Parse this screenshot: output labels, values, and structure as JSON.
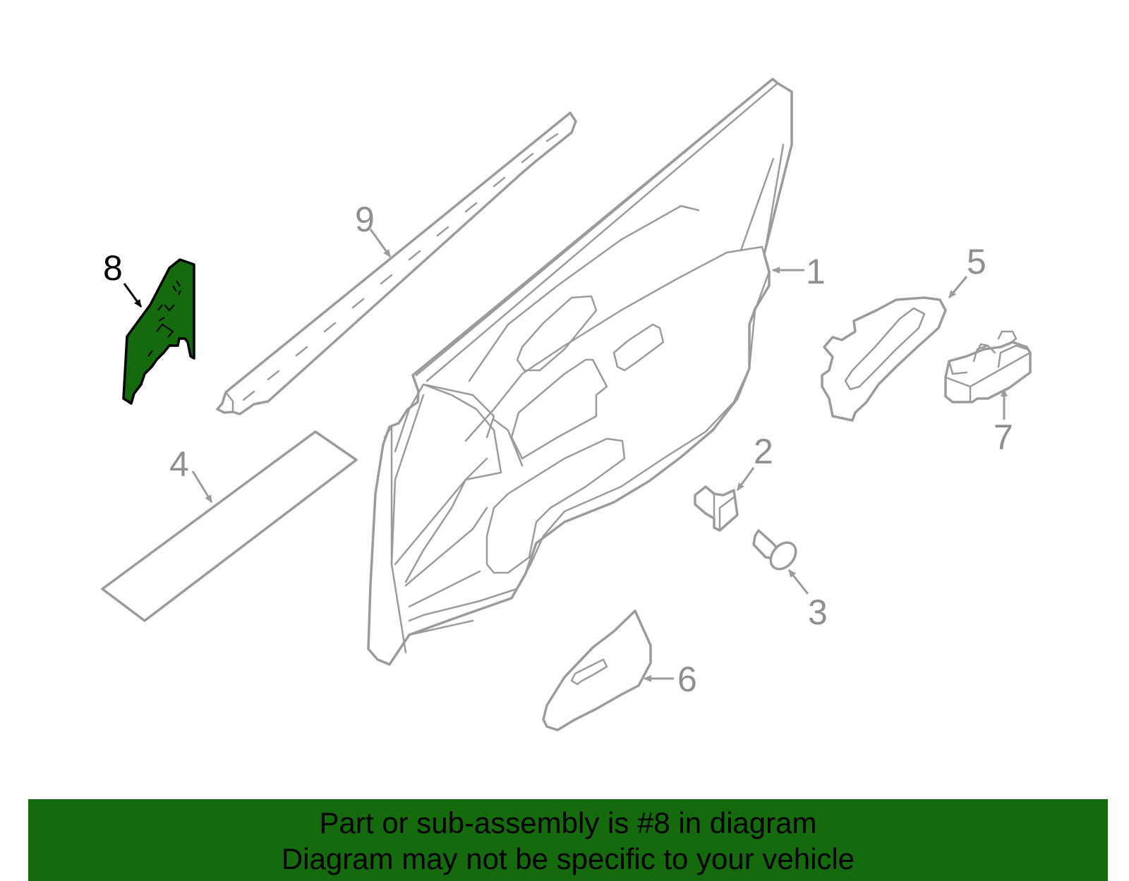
{
  "diagram": {
    "highlighted_part": "8",
    "callouts": [
      "1",
      "2",
      "3",
      "4",
      "5",
      "6",
      "7",
      "8",
      "9"
    ],
    "colors": {
      "highlight": "#156a0e",
      "outline": "#9b9b9b",
      "label": "#8f8f8f",
      "active_label": "#000000"
    }
  },
  "banner": {
    "line1": "Part or sub-assembly is #8 in diagram",
    "line2": "Diagram may not be specific to your vehicle",
    "background": "#156a0e"
  }
}
